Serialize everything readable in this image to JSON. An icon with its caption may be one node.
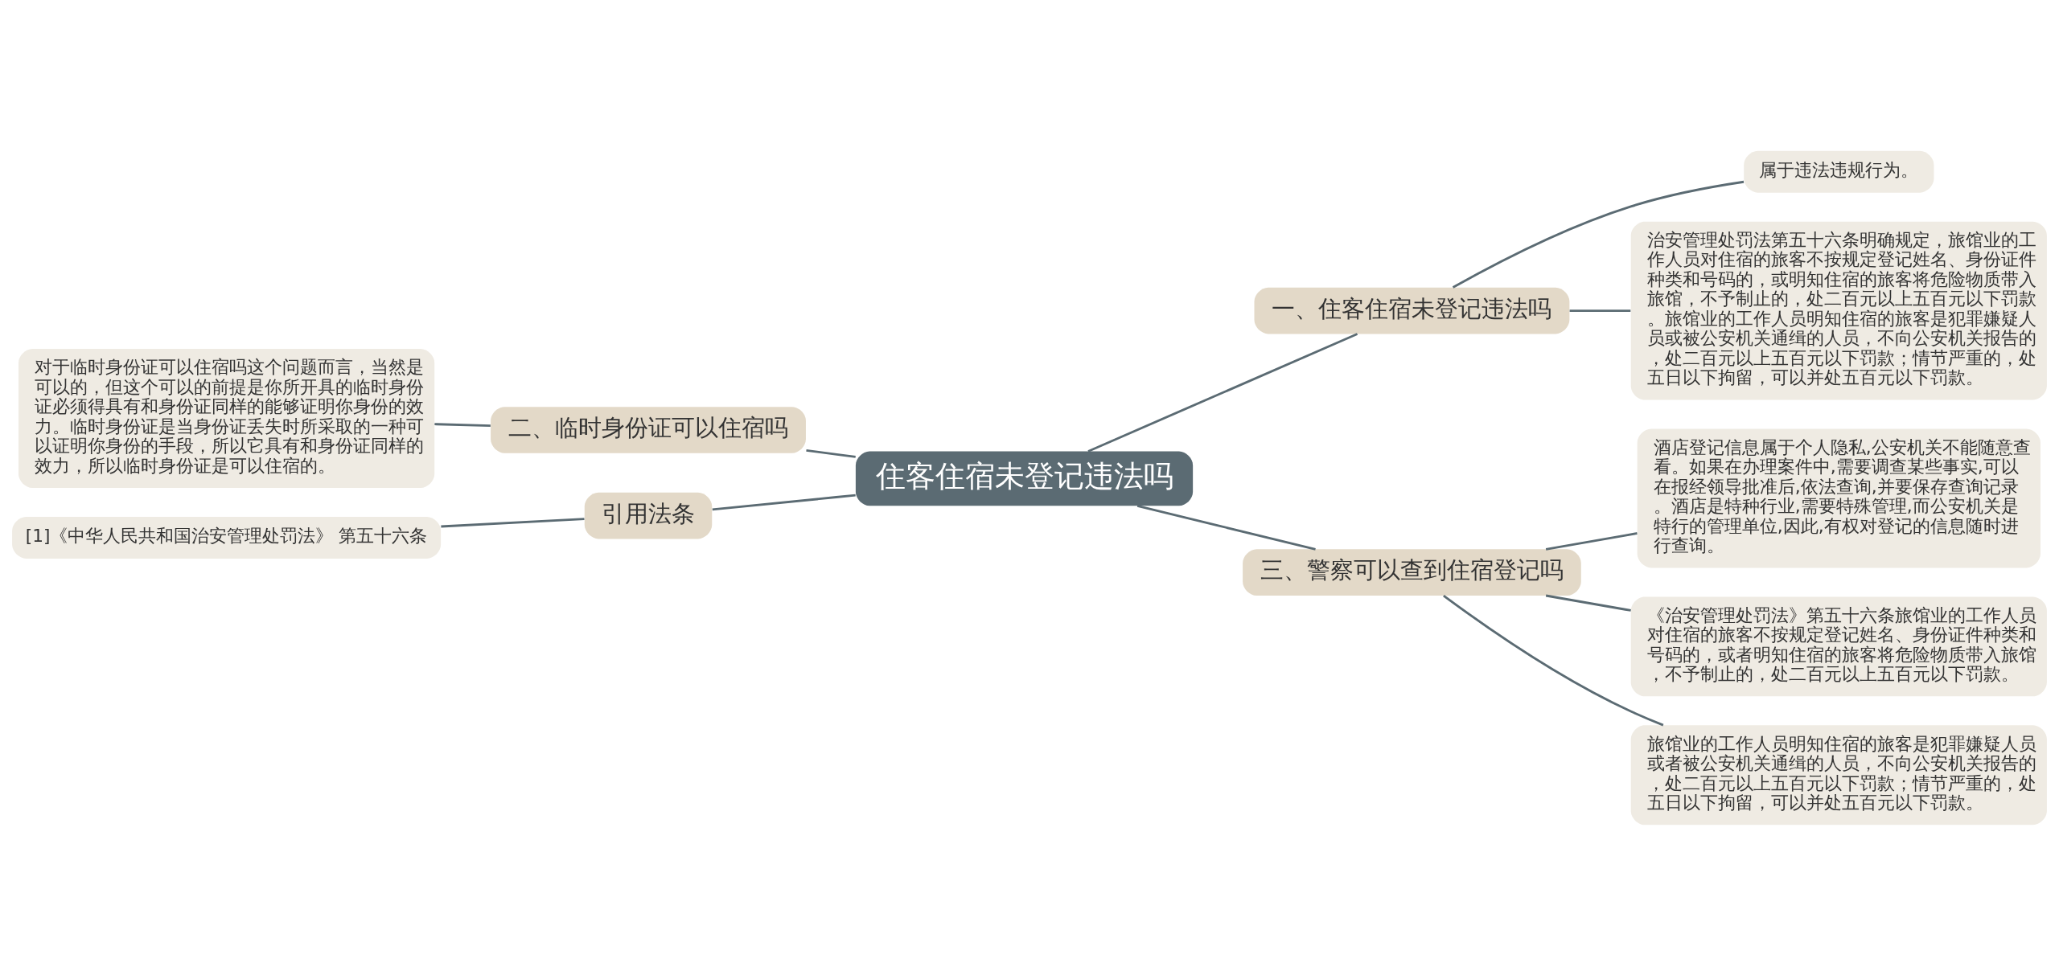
{
  "diagram": {
    "nodes": [
      {
        "text": [
          "住客住宿未登记违法吗"
        ]
      },
      {
        "text": [
          "一、住客住宿未登记违法吗"
        ]
      },
      {
        "text": [
          "属于违法违规行为。"
        ]
      },
      {
        "text": [
          "治安管理处罚法第五十六条明确规定，旅馆业的工作人员对住宿的旅客不按规定登记姓名、身份证件种类和号码的，或明知住宿的旅客将危险物质带入旅馆，不予制止的，处二百元以上五百元以下罚款。旅馆业的工作人员明知住宿的旅客是犯罪嫌疑人员或被公安机关通缉的人员，不向公安机关报告的，处二百元以上五百元以下罚款；情节严重的，处五日以下拘留，可以并处五百元以下罚款。"
        ]
      },
      {
        "text": [
          "二、临时身份证可以住宿吗"
        ]
      },
      {
        "text": [
          "对于临时身份证可以住宿吗这个问题而言，当然是可以的，但这个可以的前提是你所开具的临时身份证必须得具有和身份证同样的能够证明你身份的效力。临时身份证是当身份证丢失时所采取的一种可以证明你身份的手段，所以它具有和身份证同样的效力，所以临时身份证是可以住宿的。"
        ]
      },
      {
        "text": [
          "引用法条"
        ]
      },
      {
        "text": [
          "[1]《中华人民共和国治安管理处罚法》 第五十六条"
        ]
      },
      {
        "text": [
          "三、警察可以查到住宿登记吗"
        ]
      },
      {
        "text": [
          "酒店登记信息属于个人隐私,公安机关不能随意查看。如果在办理案件中,需要调查某些事实,可以在报经领导批准后,依法查询,并要保存查询记录。酒店是特种行业,需要特殊管理,而公安机关是特行的管理单位,因此,有权对登记的信息随时进行查询。"
        ]
      },
      {
        "text": [
          "《治安管理处罚法》第五十六条旅馆业的工作人员对住宿的旅客不按规定登记姓名、身份证件种类和号码的，或者明知住宿的旅客将危险物质带入旅馆，不予制止的，处二百元以上五百元以下罚款。"
        ]
      },
      {
        "text": [
          "旅馆业的工作人员明知住宿的旅客是犯罪嫌疑人员或者被公安机关通缉的人员，不向公安机关报告的，处二百元以上五百元以下罚款；情节严重的，处五日以下拘留，可以并处五百元以下罚款。"
        ]
      }
    ],
    "edges": [
      {
        "from": 0,
        "to": 1,
        "arrow": "none"
      },
      {
        "from": 1,
        "to": 2,
        "arrow": "none"
      },
      {
        "from": 1,
        "to": 3,
        "arrow": "none"
      },
      {
        "from": 4,
        "to": 0,
        "arrow": "none"
      },
      {
        "from": 5,
        "to": 4,
        "arrow": "none"
      },
      {
        "from": 6,
        "to": 0,
        "arrow": "none"
      },
      {
        "from": 7,
        "to": 6,
        "arrow": "none"
      },
      {
        "from": 0,
        "to": 8,
        "arrow": "none"
      },
      {
        "from": 8,
        "to": 9,
        "arrow": "none"
      },
      {
        "from": 8,
        "to": 10,
        "arrow": "none"
      },
      {
        "from": 8,
        "to": 11,
        "arrow": "none"
      }
    ]
  }
}
